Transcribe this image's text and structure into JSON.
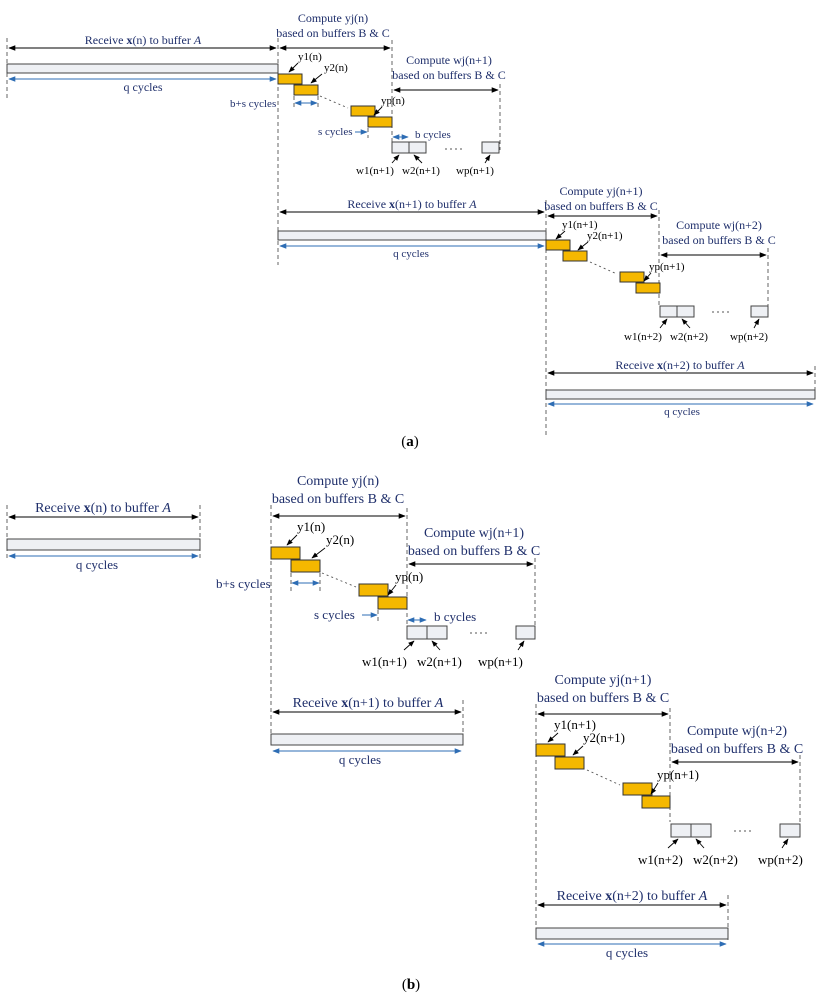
{
  "panel_a": {
    "caption": "a",
    "receive_n": {
      "prefix": "Receive ",
      "vec": "x",
      "arg": "(n)",
      "suffix": " to buffer ",
      "buf": "A"
    },
    "receive_n1": {
      "prefix": "Receive ",
      "vec": "x",
      "arg": "(n+1)",
      "suffix": " to buffer ",
      "buf": "A"
    },
    "receive_n2": {
      "prefix": "Receive ",
      "vec": "x",
      "arg": "(n+2)",
      "suffix": " to buffer ",
      "buf": "A"
    },
    "q_cycles": "q cycles",
    "compute_y_n": {
      "line1": "Compute yj(n)",
      "line2": "based on buffers B & C"
    },
    "compute_w_n1": {
      "line1": "Compute wj(n+1)",
      "line2": "based on buffers B & C"
    },
    "compute_y_n1": {
      "line1": "Compute yj(n+1)",
      "line2": "based on buffers B & C"
    },
    "compute_w_n2": {
      "line1": "Compute wj(n+2)",
      "line2": "based on buffers B & C"
    },
    "y1_n": "y1(n)",
    "y2_n": "y2(n)",
    "yp_n": "yp(n)",
    "y1_n1": "y1(n+1)",
    "y2_n1": "y2(n+1)",
    "yp_n1": "yp(n+1)",
    "b_plus_s": "b+s cycles",
    "s_cycles": "s cycles",
    "b_cycles": "b cycles",
    "w1_n1": "w1(n+1)",
    "w2_n1": "w2(n+1)",
    "wp_n1": "wp(n+1)",
    "w1_n2": "w1(n+2)",
    "w2_n2": "w2(n+2)",
    "wp_n2": "wp(n+2)"
  },
  "panel_b": {
    "caption": "b",
    "receive_n": {
      "prefix": "Receive ",
      "vec": "x",
      "arg": "(n)",
      "suffix": " to buffer ",
      "buf": "A"
    },
    "receive_n1": {
      "prefix": "Receive ",
      "vec": "x",
      "arg": "(n+1)",
      "suffix": " to buffer ",
      "buf": "A"
    },
    "receive_n2": {
      "prefix": "Receive ",
      "vec": "x",
      "arg": "(n+2)",
      "suffix": " to buffer ",
      "buf": "A"
    },
    "q_cycles": "q cycles",
    "compute_y_n": {
      "line1": "Compute yj(n)",
      "line2": "based on buffers B & C"
    },
    "compute_w_n1": {
      "line1": "Compute wj(n+1)",
      "line2": "based on buffers B & C"
    },
    "compute_y_n1": {
      "line1": "Compute yj(n+1)",
      "line2": "based on buffers B & C"
    },
    "compute_w_n2": {
      "line1": "Compute wj(n+2)",
      "line2": "based on buffers B & C"
    },
    "y1_n": "y1(n)",
    "y2_n": "y2(n)",
    "yp_n": "yp(n)",
    "y1_n1": "y1(n+1)",
    "y2_n1": "y2(n+1)",
    "yp_n1": "yp(n+1)",
    "b_plus_s": "b+s cycles",
    "s_cycles": "s cycles",
    "b_cycles": "b cycles",
    "w1_n1": "w1(n+1)",
    "w2_n1": "w2(n+1)",
    "wp_n1": "wp(n+1)",
    "w1_n2": "w1(n+2)",
    "w2_n2": "w2(n+2)",
    "wp_n2": "wp(n+2)"
  },
  "colors": {
    "label_blue": "#1f2f6b",
    "cycle_arrow_blue": "#2e6db4",
    "compute_block": "#f5b800",
    "buffer_bar": "#eef0f4"
  }
}
